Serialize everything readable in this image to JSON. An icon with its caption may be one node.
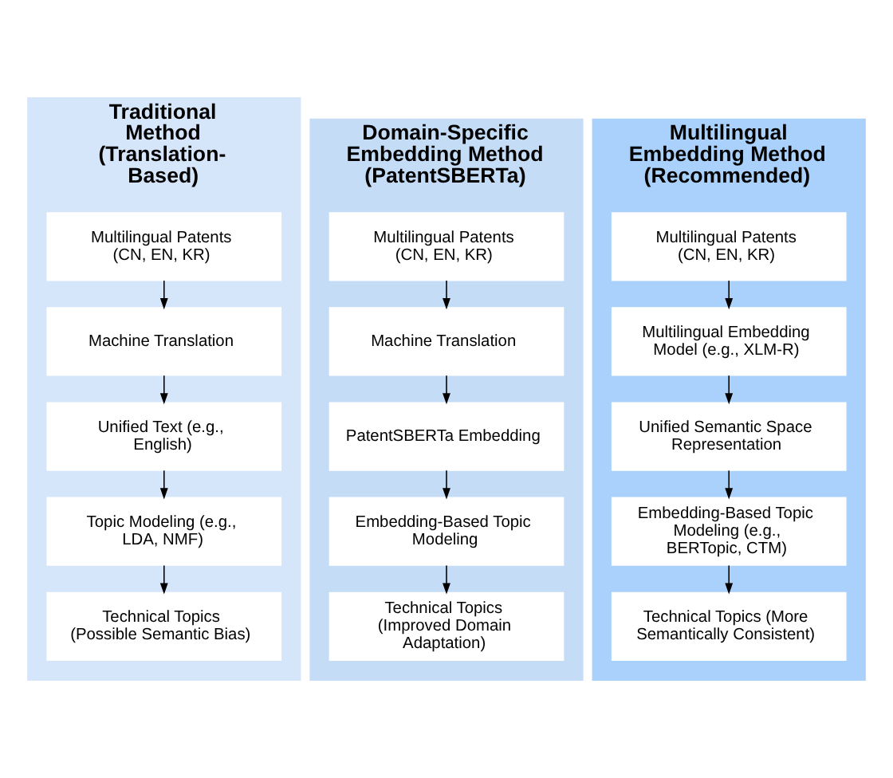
{
  "diagram": {
    "nodes": [
      {
        "text": [
          "Traditional Method (Translation-Based)"
        ]
      },
      {
        "text": [
          "Multilingual Patents (CN, EN, KR)"
        ],
        "in": 0
      },
      {
        "text": [
          "Machine Translation"
        ],
        "in": 0
      },
      {
        "text": [
          "Unified Text (e.g., English)"
        ],
        "in": 0
      },
      {
        "text": [
          "Topic Modeling (e.g., LDA, NMF)"
        ],
        "in": 0
      },
      {
        "text": [
          "Technical Topics (Possible Semantic Bias)"
        ],
        "in": 0
      },
      {
        "text": [
          "Domain-Specific Embedding Method (PatentSBERTa)"
        ]
      },
      {
        "text": [
          "Multilingual Patents (CN, EN, KR)"
        ],
        "in": 6
      },
      {
        "text": [
          "Machine Translation"
        ],
        "in": 6
      },
      {
        "text": [
          "PatentSBERTa Embedding"
        ],
        "in": 6
      },
      {
        "text": [
          "Embedding-Based Topic Modeling"
        ],
        "in": 6
      },
      {
        "text": [
          "Technical Topics (Improved Domain Adaptation)"
        ],
        "in": 6
      },
      {
        "text": [
          "Multilingual Embedding Method (Recommended)"
        ]
      },
      {
        "text": [
          "Multilingual Patents (CN, EN, KR)"
        ],
        "in": 12
      },
      {
        "text": [
          "Multilingual Embedding Model (e.g., XLM-R)"
        ],
        "in": 12
      },
      {
        "text": [
          "Unified Semantic Space Representation"
        ],
        "in": 12
      },
      {
        "text": [
          "Embedding-Based Topic Modeling (e.g., BERTopic, CTM)"
        ],
        "in": 12
      },
      {
        "text": [
          "Technical Topics (More Semantically Consistent)"
        ],
        "in": 12
      }
    ],
    "edges": [
      {
        "from": 1,
        "to": 2,
        "arrow": "to"
      },
      {
        "from": 2,
        "to": 3,
        "arrow": "to"
      },
      {
        "from": 3,
        "to": 4,
        "arrow": "to"
      },
      {
        "from": 4,
        "to": 5,
        "arrow": "to"
      },
      {
        "from": 7,
        "to": 8,
        "arrow": "to"
      },
      {
        "from": 8,
        "to": 9,
        "arrow": "to"
      },
      {
        "from": 9,
        "to": 10,
        "arrow": "to"
      },
      {
        "from": 10,
        "to": 11,
        "arrow": "to"
      },
      {
        "from": 13,
        "to": 14,
        "arrow": "to"
      },
      {
        "from": 14,
        "to": 15,
        "arrow": "to"
      },
      {
        "from": 15,
        "to": 16,
        "arrow": "to"
      },
      {
        "from": 16,
        "to": 17,
        "arrow": "to"
      }
    ]
  }
}
